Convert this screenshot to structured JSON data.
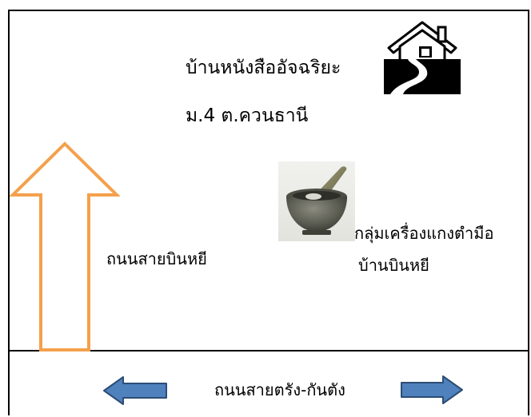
{
  "map": {
    "title": "บ้านหนังสืออัจฉริยะ",
    "location": "ม.4  ต.ควนธานี",
    "side_road": "ถนนสายบินหยี",
    "group_line1": "กลุ่มเครื่องแกงตำมือ",
    "group_line2": "บ้านบินหยี",
    "main_road": "ถนนสายตรัง-กันตัง"
  },
  "colors": {
    "north_arrow_stroke": "#f4a04c",
    "road_arrow_fill": "#4f81bd",
    "road_arrow_stroke": "#2c4d75",
    "frame": "#000000"
  },
  "icons": {
    "house": "house-icon",
    "mortar": "mortar-pestle-icon",
    "north_arrow": "arrow-up-icon",
    "left_arrow": "arrow-left-icon",
    "right_arrow": "arrow-right-icon"
  }
}
